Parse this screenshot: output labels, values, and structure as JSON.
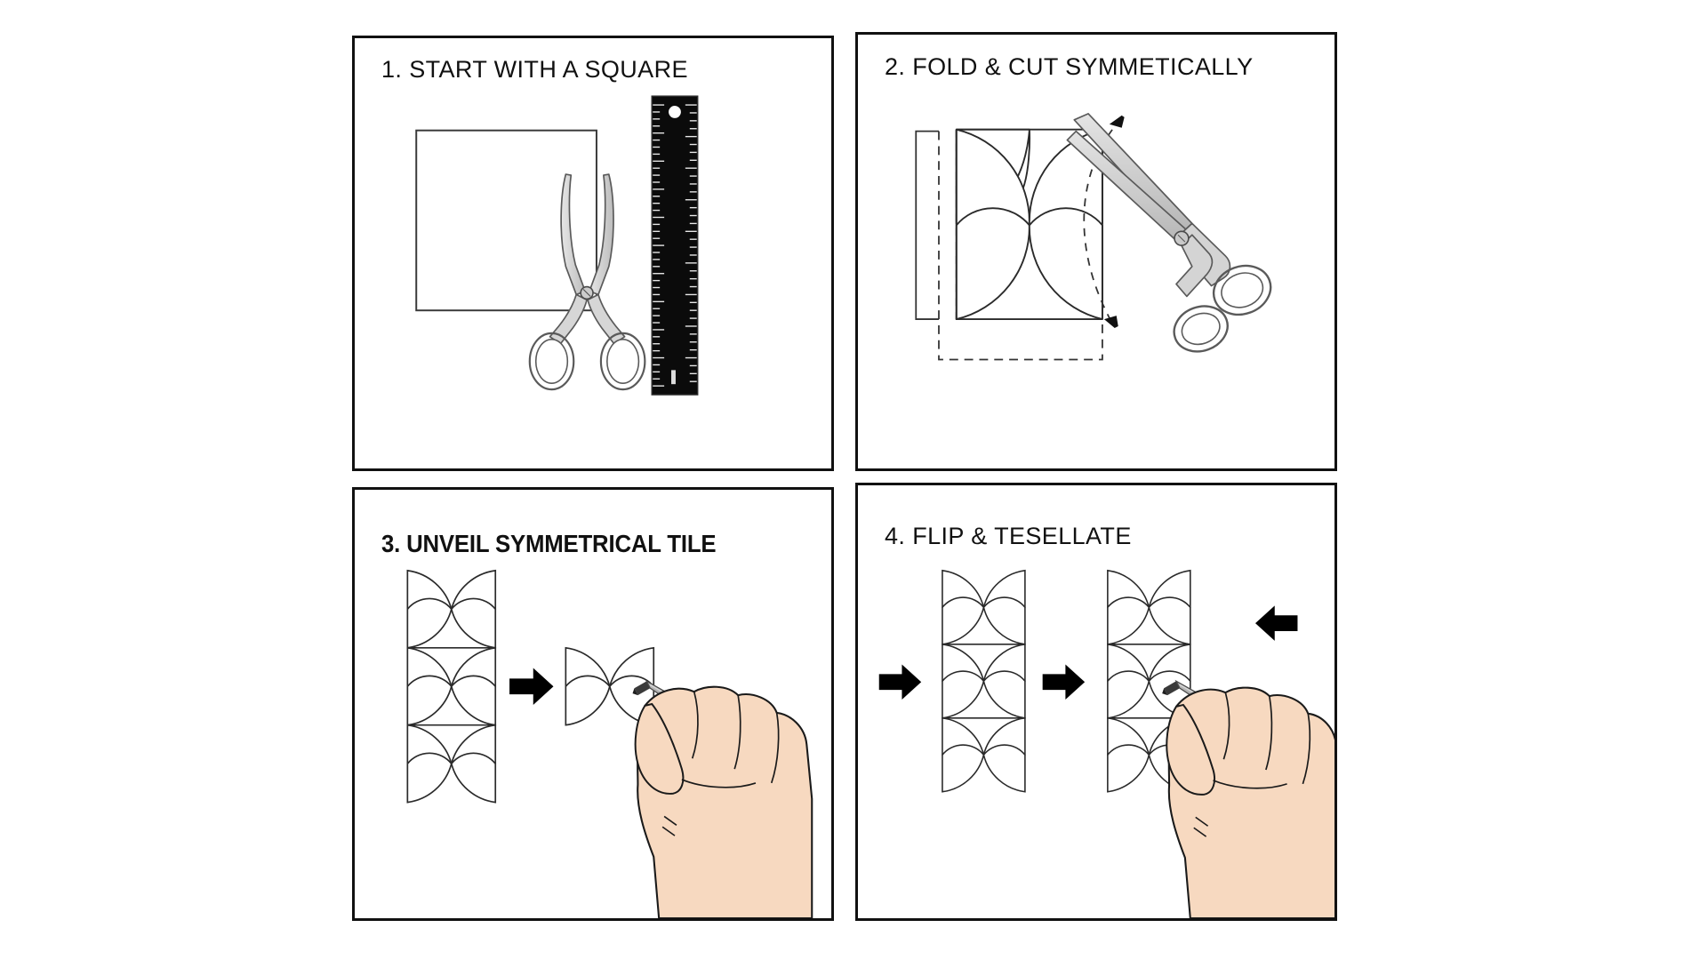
{
  "document": {
    "kind": "instructional-diagram",
    "subject": "Symmetrical paper-cut tile tessellation tutorial",
    "background_color": "#ffffff",
    "panel_border_color": "#111111",
    "ink_color": "#1a1a1a"
  },
  "palette": {
    "ink": "#1a1a1a",
    "panel_border": "#111111",
    "metal_light": "#dcdcdc",
    "metal_mid": "#c8c8c8",
    "metal_outline": "#5a5a5a",
    "ruler_body": "#0b0b0b",
    "ruler_ticks": "#e8e8e8",
    "skin": "#f7d9c0",
    "skin_shadow": "#eec4a5",
    "pencil_body": "#9a9a9a",
    "pencil_tip": "#3a3a3a",
    "arrow": "#000000",
    "paper": "#ffffff"
  },
  "panels": [
    {
      "id": "panel-1",
      "number": "1.",
      "title": "1. START WITH A SQUARE",
      "objects": [
        {
          "name": "paper-square",
          "label": "blank square sheet of paper"
        },
        {
          "name": "scissors",
          "label": "open scissors, vertical"
        },
        {
          "name": "ruler",
          "label": "black ruler with white tick marks and hanging hole"
        }
      ]
    },
    {
      "id": "panel-2",
      "number": "2.",
      "title": "2. FOLD & CUT SYMMETICALLY",
      "objects": [
        {
          "name": "fold-bracket",
          "label": "solid fold bracket at left edge"
        },
        {
          "name": "fold-line-dashed",
          "label": "vertical dashed fold line"
        },
        {
          "name": "unfold-outline-dashed",
          "label": "dashed outline showing unfolded half"
        },
        {
          "name": "petal-motif-cut",
          "label": "two stacked petal motifs being cut"
        },
        {
          "name": "cut-arc-dashed",
          "label": "dashed arc with arrowheads showing cutting sweep"
        },
        {
          "name": "scissors-angled",
          "label": "scissors angled mid-cut"
        }
      ]
    },
    {
      "id": "panel-3",
      "number": "3.",
      "title": "3. UNVEIL SYMMETRICAL TILE",
      "objects": [
        {
          "name": "tile-column",
          "label": "column of three stacked petal tiles"
        },
        {
          "name": "arrow-right",
          "label": "black right-pointing arrow"
        },
        {
          "name": "single-tile",
          "label": "single unfolded petal pair"
        },
        {
          "name": "hand-with-pencil",
          "label": "hand holding a pencil tracing the tile"
        }
      ]
    },
    {
      "id": "panel-4",
      "number": "4.",
      "title": "4. FLIP & TESELLATE",
      "objects": [
        {
          "name": "arrow-right-outer",
          "label": "black right-pointing arrow at far left"
        },
        {
          "name": "tile-block-a",
          "label": "first tessellated tile column"
        },
        {
          "name": "arrow-right-inner",
          "label": "black right-pointing arrow between blocks"
        },
        {
          "name": "tile-block-b",
          "label": "second tessellated tile column"
        },
        {
          "name": "arrow-left",
          "label": "black left-pointing arrow at upper right"
        },
        {
          "name": "hand-with-pencil",
          "label": "hand holding a pencil marking the tiling"
        }
      ]
    }
  ],
  "chart_data": {
    "type": "table",
    "title": "Symmetrical paper-cut tile tessellation — 4 step instructions",
    "categories": [
      "Step 1",
      "Step 2",
      "Step 3",
      "Step 4"
    ],
    "values": [
      1,
      2,
      3,
      4
    ],
    "labels": [
      "1. START WITH A SQUARE",
      "2. FOLD & CUT SYMMETICALLY",
      "3. UNVEIL SYMMETRICAL TILE",
      "4. FLIP & TESELLATE"
    ],
    "grid": "2x2",
    "xlabel": "",
    "ylabel": ""
  }
}
